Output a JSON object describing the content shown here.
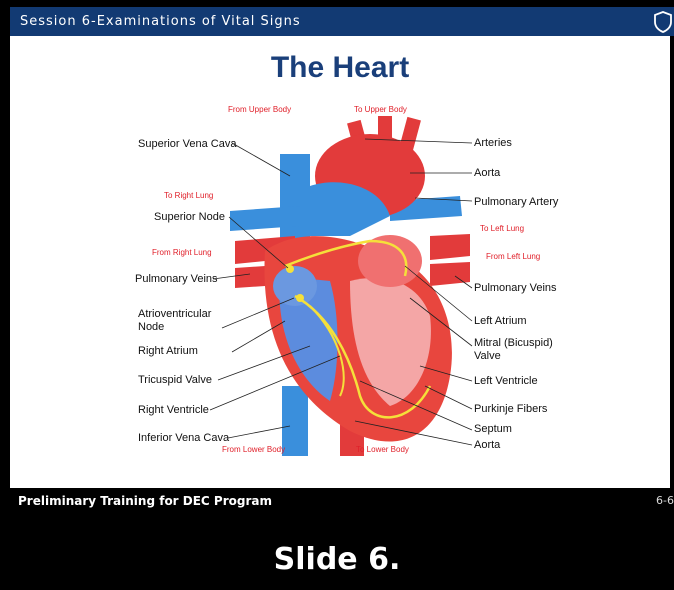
{
  "header": {
    "session_title": "Session 6-Examinations of Vital Signs",
    "icon": "shield-icon"
  },
  "slide": {
    "heading": "The Heart",
    "labels_left": {
      "superior_vena_cava": "Superior Vena Cava",
      "superior_node": "Superior Node",
      "pulmonary_veins": "Pulmonary Veins",
      "atrioventricular_node": "Atrioventricular Node",
      "right_atrium": "Right Atrium",
      "tricuspid_valve": "Tricuspid Valve",
      "right_ventricle": "Right Ventricle",
      "inferior_vena_cava": "Inferior Vena Cava"
    },
    "labels_right": {
      "arteries": "Arteries",
      "aorta_top": "Aorta",
      "pulmonary_artery": "Pulmonary Artery",
      "pulmonary_veins": "Pulmonary Veins",
      "left_atrium": "Left Atrium",
      "mitral_valve": "Mitral (Bicuspid) Valve",
      "left_ventricle": "Left Ventricle",
      "purkinje_fibers": "Purkinje Fibers",
      "septum": "Septum",
      "aorta_bottom": "Aorta"
    },
    "flow_labels": {
      "from_upper_body": "From Upper Body",
      "to_upper_body": "To Upper Body",
      "to_right_lung": "To Right Lung",
      "to_left_lung": "To Left Lung",
      "from_right_lung": "From Right Lung",
      "from_left_lung": "From Left Lung",
      "from_lower_body": "From Lower Body",
      "to_lower_body": "To Lower Body"
    }
  },
  "footer": {
    "program": "Preliminary Training for DEC Program",
    "page": "6-6"
  },
  "caption": "Slide 6.",
  "colors": {
    "header_bg": "#123a73",
    "heading": "#1a3f7a",
    "flow_label": "#e0202a"
  }
}
